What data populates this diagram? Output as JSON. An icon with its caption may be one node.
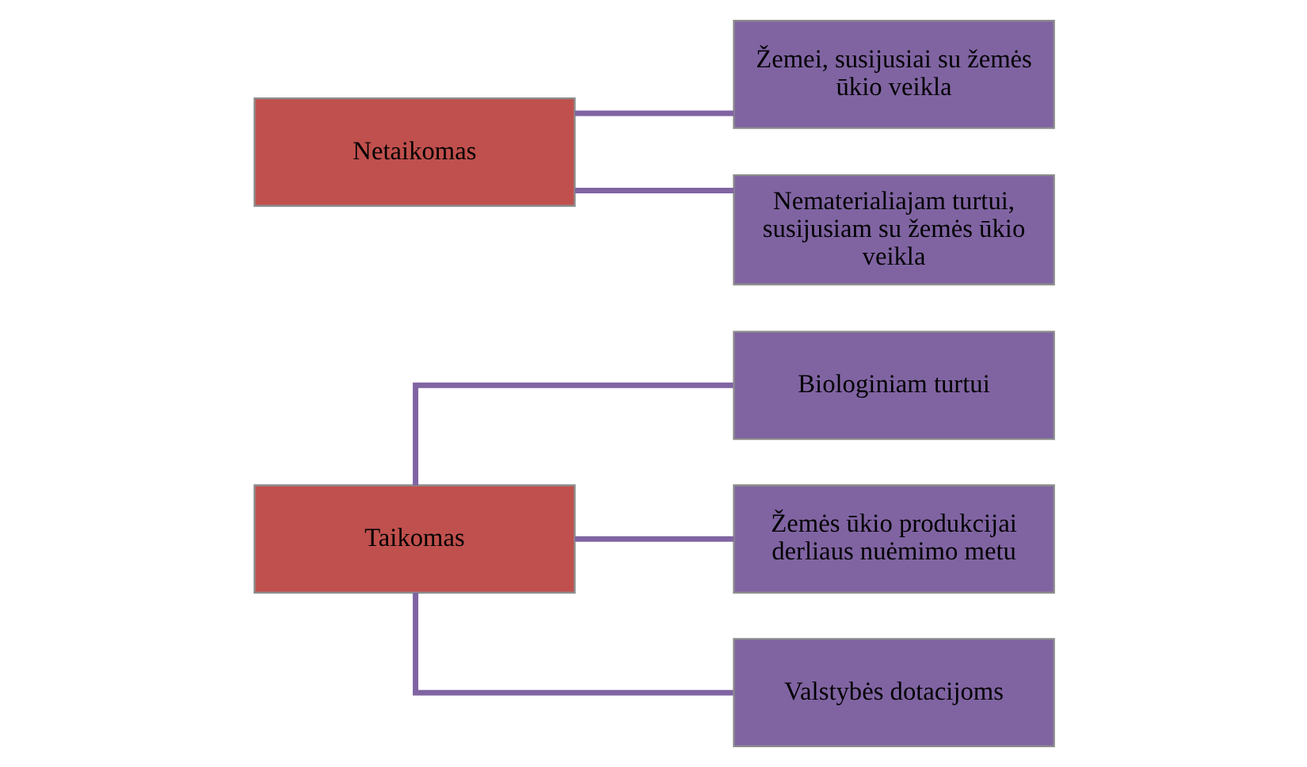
{
  "diagram": {
    "nodes": [
      {
        "text": [
          "Taikomas"
        ]
      },
      {
        "text": [
          "Biologiniam turtui"
        ]
      },
      {
        "text": [
          "Žemės ūkio produkcijai derliaus nuėmimo metu"
        ]
      },
      {
        "text": [
          "Valstybės dotacijoms"
        ]
      },
      {
        "text": [
          "Netaikomas"
        ]
      },
      {
        "text": [
          "Žemei, susijusiai su žemės ūkio veikla"
        ]
      },
      {
        "text": [
          "Nematerialiajam turtui, susijusiam su žemės ūkio veikla"
        ]
      }
    ],
    "edges": [
      {
        "from": 0,
        "to": 1,
        "arrow": "none"
      },
      {
        "from": 0,
        "to": 2,
        "arrow": "none"
      },
      {
        "from": 0,
        "to": 3,
        "arrow": "none"
      },
      {
        "from": 4,
        "to": 5,
        "arrow": "none"
      },
      {
        "from": 4,
        "to": 6,
        "arrow": "none"
      }
    ]
  }
}
